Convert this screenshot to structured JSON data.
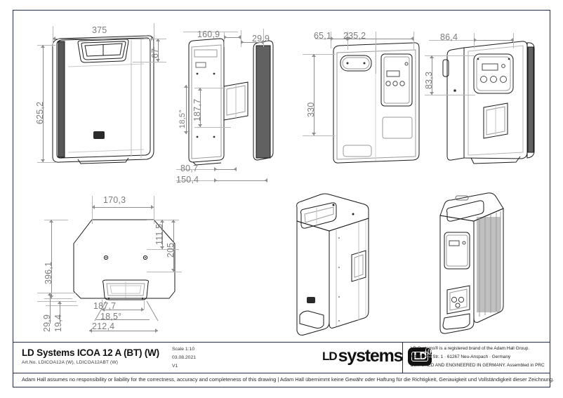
{
  "document": {
    "type": "technical-dimension-drawing",
    "title": "LD Systems ICOA 12 A (BT) (W)",
    "article_numbers": "Art.No. LDICOA12A (W), LDICOA12ABT (W)"
  },
  "meta": {
    "scale": "Scale 1:10",
    "date": "03.08.2021",
    "version": "V1"
  },
  "logo": {
    "ld": "LD",
    "systems": "systems",
    "badge": "LD",
    "registered": "®"
  },
  "company": {
    "line1": "LD Systems® is a registered brand of the Adam Hall Group.",
    "line2": "Adam Hall Str. 1 · 61267 Neu-Anspach · Germany",
    "line3": "DESIGNED AND ENGINEERED IN GERMANY. Assembled in PRC"
  },
  "disclaimer": "Adam Hall assumes no responsibility or liability for the correctness, accuracy and completeness of this drawing | Adam Hall übernimmt keine Gewähr oder Haftung für die Richtigkeit, Genauigkeit und Vollständigkeit dieser Zeichnung.",
  "views": {
    "front": {
      "name": "front-view",
      "dimensions": {
        "width": "375",
        "handle_height": "67",
        "height": "625,2"
      }
    },
    "side": {
      "name": "side-view",
      "dimensions": {
        "top_offset": "160,9",
        "top_right": "29,9",
        "angle": "18,5°",
        "pole_depth": "187,7",
        "base_front": "80,7",
        "base_total": "150,4"
      }
    },
    "rear": {
      "name": "rear-view",
      "dimensions": {
        "left_offset": "65,1",
        "panel_width": "235,2",
        "height": "330"
      }
    },
    "rear_angled": {
      "name": "rear-angled-view",
      "dimensions": {
        "panel_offset": "86,4",
        "panel_height": "83,3"
      }
    },
    "plan": {
      "name": "top-plan-view",
      "dimensions": {
        "top_width": "170,3",
        "top_depth": "111,5",
        "mid_depth": "205",
        "total_depth": "396,1",
        "base_offset_a": "29,9",
        "base_offset_b": "19,4",
        "pole_width": "187,7",
        "angle": "18,5°",
        "base_width": "212,4"
      }
    },
    "iso_left": {
      "name": "isometric-front-view"
    },
    "iso_right": {
      "name": "isometric-rear-view"
    }
  },
  "colors": {
    "frame": "#262b4d",
    "dimension_text": "#7d7d7d",
    "dimension_line": "#8d8d8d",
    "outline": "#1a1a1a"
  }
}
